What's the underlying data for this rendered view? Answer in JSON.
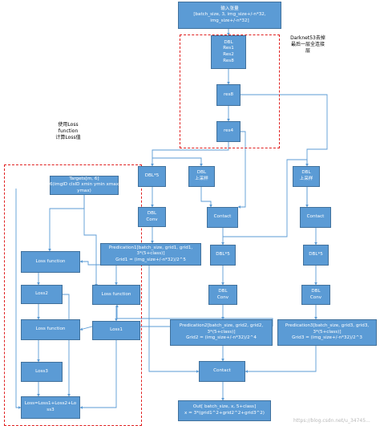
{
  "nodes": {
    "input": [
      "输入张量",
      "[batch_size, 3, img_size+/-n*32,",
      "img_size+/-n*32]"
    ],
    "dbl_res": [
      "DBL",
      "Res1",
      "Res2",
      "Res8"
    ],
    "res8": [
      "res8"
    ],
    "res4": [
      "res4"
    ],
    "dbl5_a": [
      "DBL*5"
    ],
    "dbl_up_a": [
      "DBL",
      "上采样"
    ],
    "dbl_up_b": [
      "DBL",
      "上采样"
    ],
    "dbl_conv_a": [
      "DBL",
      "Conv"
    ],
    "contact_a": [
      "Contact"
    ],
    "contact_b": [
      "Contact"
    ],
    "pred1": [
      "Predication1[batch_size, grid1, grid1,",
      "3*(5+class)]",
      "Grid1 = (img_size+/-n*32)/2^5"
    ],
    "dbl5_b": [
      "DBL*5"
    ],
    "dbl5_c": [
      "DBL*5"
    ],
    "dbl_conv_b": [
      "DBL",
      "Conv"
    ],
    "dbl_conv_c": [
      "DBL",
      "Conv"
    ],
    "pred2": [
      "Predication2[batch_size, grid2, grid2,",
      "3*(5+class)]",
      "Grid2 = (img_size+/-n*32)/2^4"
    ],
    "pred3": [
      "Predication3[batch_size, grid3, grid3,",
      "3*(5+class)]",
      "Grid3 = (img_size+/-n*32)/2^3"
    ],
    "contact_c": [
      "Contact"
    ],
    "out": [
      "Out[ batch_size, x, 5+class]",
      "x = 3*(grid1^2+grid2^2+grid3^2)"
    ],
    "targets": [
      "Targets[m, 6]",
      "6(imgID clsID xmin ymin xmax",
      "ymax)"
    ],
    "loss_fn_1": [
      "Loss function"
    ],
    "loss_fn_2": [
      "Loss function"
    ],
    "loss2": [
      "Loss2"
    ],
    "loss_fn_3": [
      "Loss function"
    ],
    "loss1": [
      "Loss1"
    ],
    "loss3": [
      "Loss3"
    ],
    "loss_total": [
      "Loss=Loss1+Loss2+Lo",
      "ss3"
    ]
  },
  "notes": {
    "darknet": [
      "Darknet53去掉",
      "最后一层全连接",
      "层"
    ],
    "loss_calc": [
      "使用Loss",
      "function",
      "计算Loss值"
    ]
  },
  "watermark": "https://blog.csdn.net/u_34745...",
  "colors": {
    "box_fill": "#5b9bd5",
    "box_border": "#41719c",
    "box_text": "#ffffff",
    "arrow": "#5b9bd5",
    "dashed_border": "#e02020"
  }
}
